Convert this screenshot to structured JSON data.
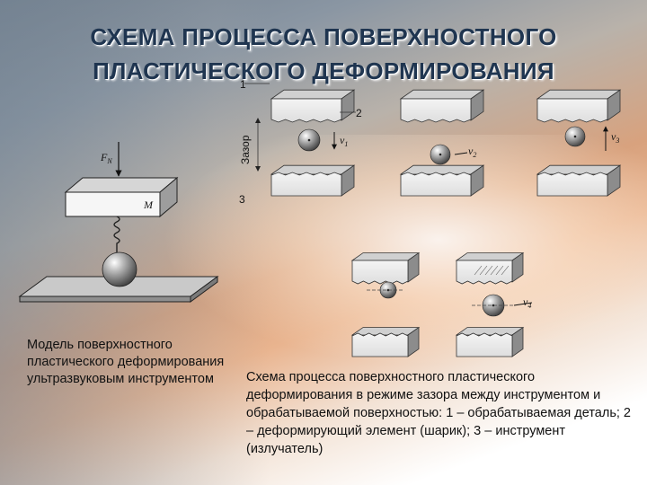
{
  "title": {
    "line1": "СХЕМА ПРОЦЕССА ПОВЕРХНОСТНОГО",
    "line2": "ПЛАСТИЧЕСКОГО ДЕФОРМИРОВАНИЯ"
  },
  "model_diagram": {
    "force_label": "F",
    "force_sub": "N",
    "mass_label": "M"
  },
  "process_diagram": {
    "label_1": "1",
    "label_2": "2",
    "label_3": "3",
    "gap_label": "Зазор",
    "v1": "v",
    "v1_sub": "1",
    "v2": "v",
    "v2_sub": "2",
    "v3": "v",
    "v3_sub": "3",
    "v4": "v",
    "v4_sub": "4"
  },
  "caption_left": "Модель поверхностного пластического деформирования ультразвуковым инструментом",
  "caption_right": "Схема процесса поверхностного пластического деформирования в режиме зазора между инструментом и обрабатываемой поверхностью: 1 – обрабатываемая деталь; 2 – деформирующий элемент (шарик); 3 – инструмент (излучатель)"
}
